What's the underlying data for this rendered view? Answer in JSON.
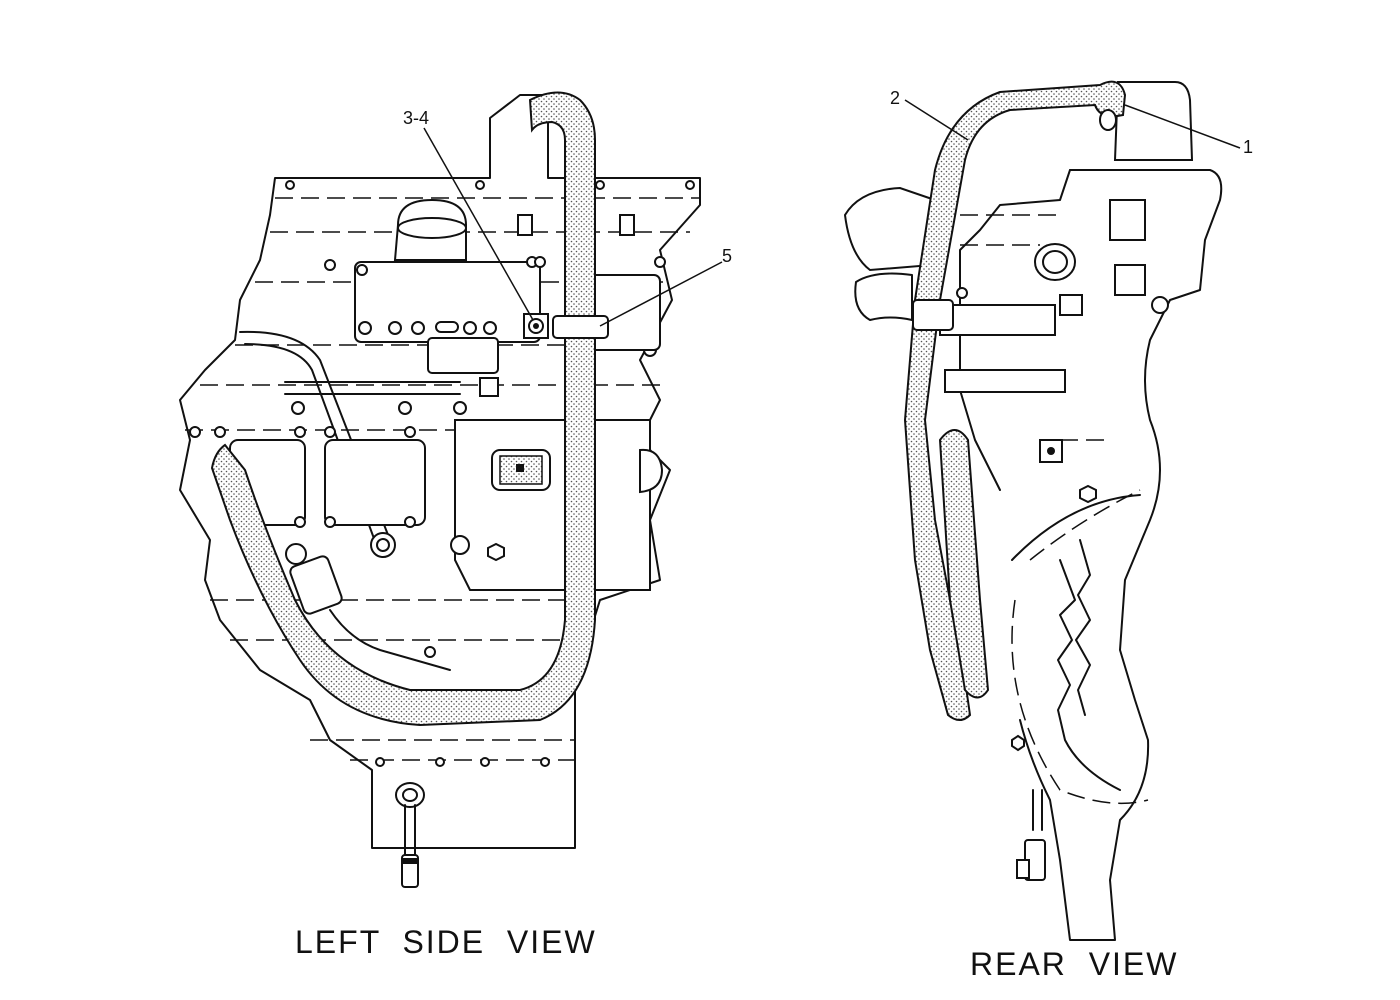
{
  "diagram": {
    "views": [
      {
        "label": "LEFT  SIDE  VIEW"
      },
      {
        "label": "REAR  VIEW"
      }
    ],
    "callouts": {
      "c34": "3-4",
      "c5": "5",
      "c2": "2",
      "c1": "1"
    }
  }
}
